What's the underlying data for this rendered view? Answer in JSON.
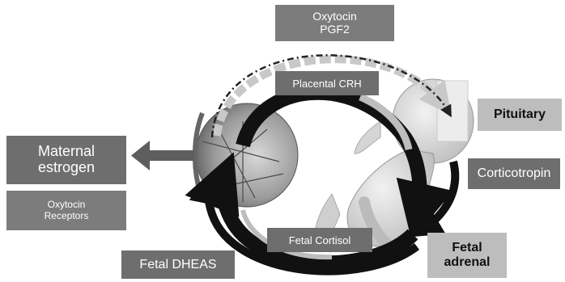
{
  "labels": {
    "oxytocin_pgf2": "Oxytocin\nPGF2",
    "placental_crh": "Placental CRH",
    "pituitary": "Pituitary",
    "corticotropin": "Corticotropin",
    "maternal_estrogen": "Maternal\nestrogen",
    "oxytocin_receptors": "Oxytocin\nReceptors",
    "fetal_cortisol": "Fetal Cortisol",
    "fetal_dheas": "Fetal DHEAS",
    "fetal_adrenal": "Fetal\nadrenal"
  },
  "colors": {
    "box_dark": "#6e6e6e",
    "box_mid": "#7c7c7c",
    "box_light": "#bdbdbd",
    "arrow_black": "#111111",
    "arrow_gray": "#c8c8c8"
  }
}
